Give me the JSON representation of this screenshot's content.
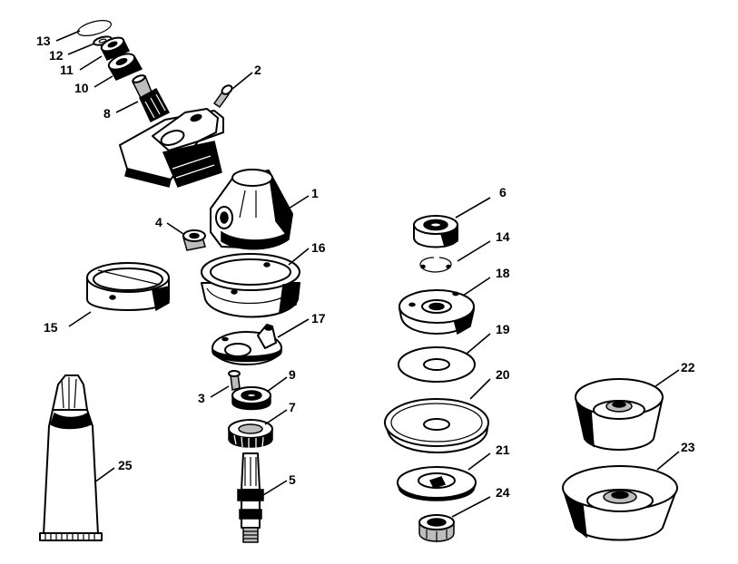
{
  "parts": [
    {
      "id": "p1",
      "label": "1"
    },
    {
      "id": "p2",
      "label": "2"
    },
    {
      "id": "p3",
      "label": "3"
    },
    {
      "id": "p4",
      "label": "4"
    },
    {
      "id": "p5",
      "label": "5"
    },
    {
      "id": "p6",
      "label": "6"
    },
    {
      "id": "p7",
      "label": "7"
    },
    {
      "id": "p8",
      "label": "8"
    },
    {
      "id": "p9",
      "label": "9"
    },
    {
      "id": "p10",
      "label": "10"
    },
    {
      "id": "p11",
      "label": "11"
    },
    {
      "id": "p12",
      "label": "12"
    },
    {
      "id": "p13",
      "label": "13"
    },
    {
      "id": "p14",
      "label": "14"
    },
    {
      "id": "p15",
      "label": "15"
    },
    {
      "id": "p16",
      "label": "16"
    },
    {
      "id": "p17",
      "label": "17"
    },
    {
      "id": "p18",
      "label": "18"
    },
    {
      "id": "p19",
      "label": "19"
    },
    {
      "id": "p20",
      "label": "20"
    },
    {
      "id": "p21",
      "label": "21"
    },
    {
      "id": "p22",
      "label": "22"
    },
    {
      "id": "p23",
      "label": "23"
    },
    {
      "id": "p24",
      "label": "24"
    },
    {
      "id": "p25",
      "label": "25"
    }
  ]
}
